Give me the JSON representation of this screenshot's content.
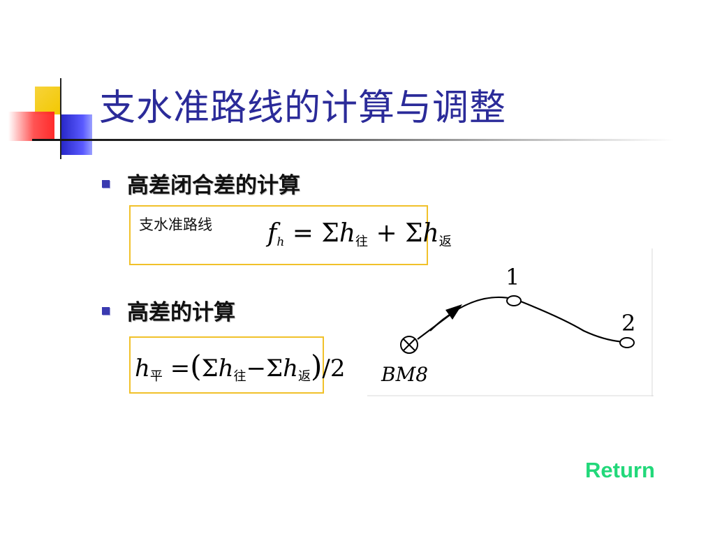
{
  "title": "支水准路线的计算与调整",
  "sections": [
    {
      "heading": "高差闭合差的计算",
      "box_label": "支水准路线",
      "formula": {
        "lhs_var": "f",
        "lhs_sub": "h",
        "eq": "=",
        "sigma": "Σ",
        "term_var": "h",
        "sub_go": "往",
        "plus": "+",
        "sub_back": "返"
      }
    },
    {
      "heading": "高差的计算",
      "formula": {
        "lhs_var": "h",
        "lhs_sub": "平",
        "eq": "=",
        "open": "(",
        "sigma": "Σ",
        "term_var": "h",
        "sub_go": "往",
        "minus": "−",
        "sub_back": "返",
        "close": ")",
        "divide": "/2"
      }
    }
  ],
  "diagram": {
    "start_label": "BM8",
    "point_1": "1",
    "point_2": "2"
  },
  "return_link": "Return",
  "colors": {
    "title": "#2b2b99",
    "box_border": "#f1c12a",
    "return": "#22d87a",
    "bullet": "#3a3ab0"
  }
}
